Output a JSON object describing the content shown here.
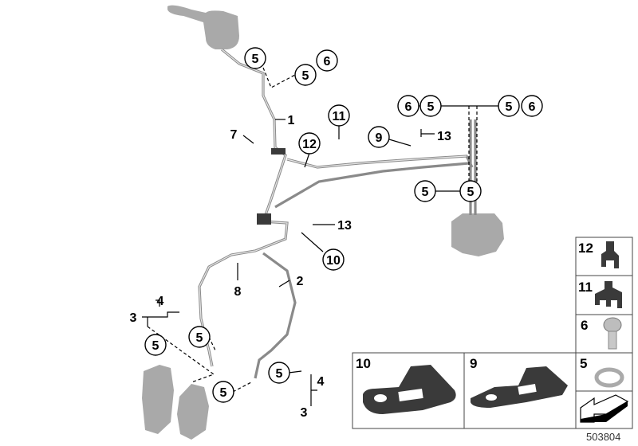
{
  "callouts_circled": [
    "5",
    "5",
    "6",
    "11",
    "12",
    "9",
    "6",
    "5",
    "5",
    "6",
    "5",
    "5",
    "10",
    "5",
    "5",
    "5",
    "5"
  ],
  "callouts_plain": [
    "1",
    "7",
    "13",
    "13",
    "8",
    "2",
    "3",
    "4",
    "4",
    "3"
  ],
  "legend_panels": {
    "p12": "12",
    "p11": "11",
    "p6": "6",
    "p5": "5",
    "p10": "10",
    "p9": "9"
  },
  "diagram_number": "503804",
  "colors": {
    "part_gray": "#a9a9a9",
    "pipe_gray": "#8a8a8a",
    "dark_part": "#3a3a3a"
  }
}
